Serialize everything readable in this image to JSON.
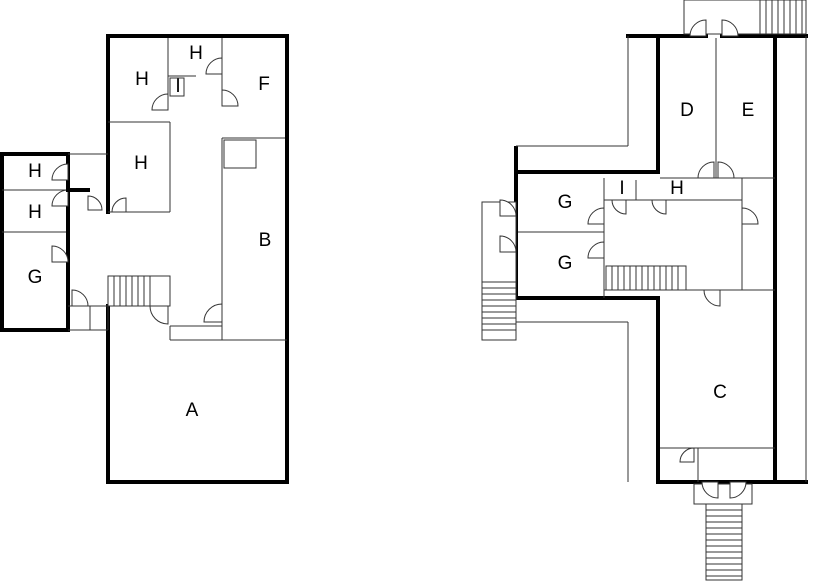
{
  "labels": {
    "left_h1": "H",
    "left_h2": "H",
    "left_i": "I",
    "left_f": "F",
    "left_h3": "H",
    "left_b": "B",
    "left_a": "A",
    "left_h4": "H",
    "left_h5": "H",
    "left_g": "G",
    "right_d": "D",
    "right_e": "E",
    "right_g1": "G",
    "right_i": "I",
    "right_h": "H",
    "right_g2": "G",
    "right_c": "C"
  }
}
